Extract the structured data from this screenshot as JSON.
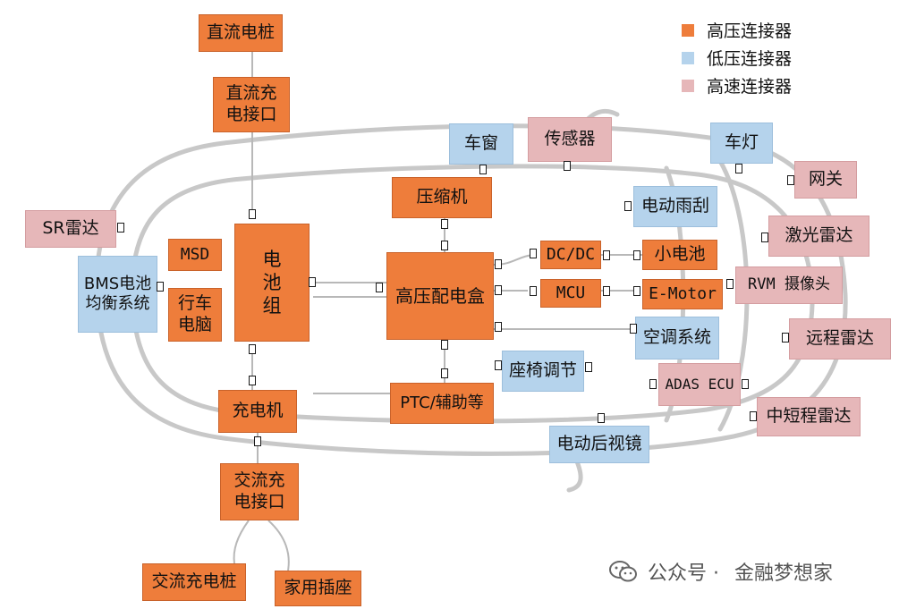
{
  "legend": {
    "high_voltage": {
      "label": "高压连接器",
      "color": "#ee7d3b"
    },
    "low_voltage": {
      "label": "低压连接器",
      "color": "#b5d3ec"
    },
    "high_speed": {
      "label": "高速连接器",
      "color": "#e6b7b9"
    }
  },
  "nodes": {
    "dc_charging_pile": "直流电桩",
    "dc_charging_port": "直流充\n电接口",
    "sr_radar": "SR雷达",
    "bms_balancing": "BMS电池\n均衡系统",
    "msd": "MSD",
    "vehicle_computer": "行车\n电脑",
    "battery_pack": "电\n池\n组",
    "charger": "充电机",
    "ac_charging_port": "交流充\n电接口",
    "ac_charging_pile": "交流充电桩",
    "home_socket": "家用插座",
    "compressor": "压缩机",
    "hv_distribution_box": "高压配电盒",
    "ptc_auxiliary": "PTC/辅助等",
    "car_window": "车窗",
    "sensor": "传感器",
    "car_light": "车灯",
    "gateway": "网关",
    "electric_wiper": "电动雨刮",
    "lidar": "激光雷达",
    "dcdc": "DC/DC",
    "small_battery": "小电池",
    "mcu": "MCU",
    "e_motor": "E-Motor",
    "rvm_camera": "RVM 摄像头",
    "ac_system": "空调系统",
    "long_range_radar": "远程雷达",
    "seat_adjust": "座椅调节",
    "adas_ecu": "ADAS ECU",
    "mid_short_radar": "中短程雷达",
    "electric_mirror": "电动后视镜"
  },
  "watermark": {
    "separator": "公众号 · ",
    "name": "金融梦想家"
  },
  "icons": {
    "watermark": "wechat-icon",
    "connector": "connector-icon"
  }
}
